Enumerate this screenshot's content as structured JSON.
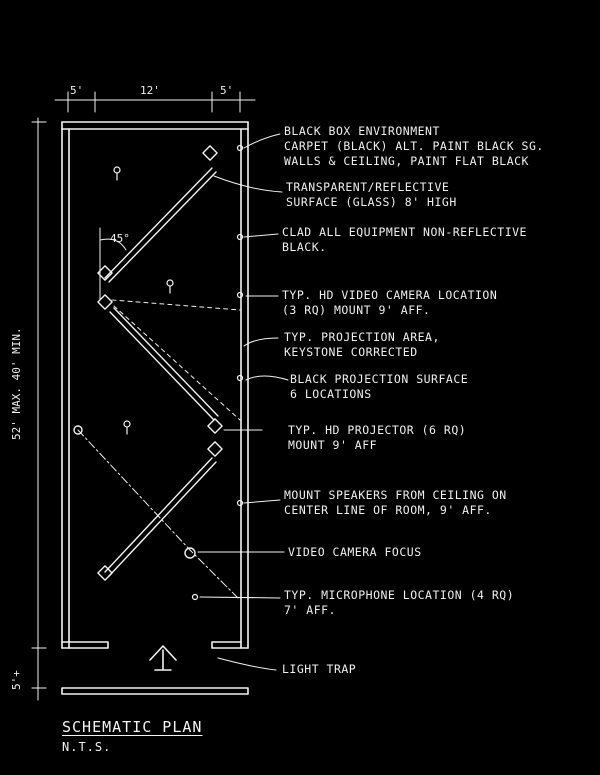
{
  "dimensions": {
    "top_left": "5'",
    "top_middle": "12'",
    "top_right": "5'",
    "room_length": "52' MAX. 40' MIN.",
    "light_trap_depth": "5'+"
  },
  "notes": [
    {
      "line1": "BLACK BOX ENVIRONMENT",
      "line2": "CARPET (BLACK) ALT. PAINT BLACK SG.",
      "line3": "WALLS & CEILING, PAINT FLAT BLACK"
    },
    {
      "line1": "TRANSPARENT/REFLECTIVE",
      "line2": "SURFACE (GLASS) 8' HIGH",
      "line3": ""
    },
    {
      "line1": "CLAD ALL EQUIPMENT NON-REFLECTIVE",
      "line2": "BLACK.",
      "line3": ""
    },
    {
      "line1": "TYP. HD VIDEO CAMERA LOCATION",
      "line2": "(3 RQ) MOUNT 9' AFF.",
      "line3": ""
    },
    {
      "line1": "TYP. PROJECTION AREA,",
      "line2": "KEYSTONE CORRECTED",
      "line3": ""
    },
    {
      "line1": "BLACK PROJECTION SURFACE",
      "line2": "6 LOCATIONS",
      "line3": ""
    },
    {
      "line1": "TYP. HD PROJECTOR (6 RQ)",
      "line2": "MOUNT 9' AFF",
      "line3": ""
    },
    {
      "line1": "MOUNT SPEAKERS FROM CEILING ON",
      "line2": "CENTER LINE OF ROOM, 9' AFF.",
      "line3": ""
    },
    {
      "line1": "VIDEO CAMERA FOCUS",
      "line2": "",
      "line3": ""
    },
    {
      "line1": "TYP. MICROPHONE LOCATION (4 RQ)",
      "line2": "7' AFF.",
      "line3": ""
    },
    {
      "line1": "LIGHT TRAP",
      "line2": "",
      "line3": ""
    }
  ],
  "angle_label": "45°",
  "title": "SCHEMATIC PLAN",
  "subtitle": "N.T.S."
}
